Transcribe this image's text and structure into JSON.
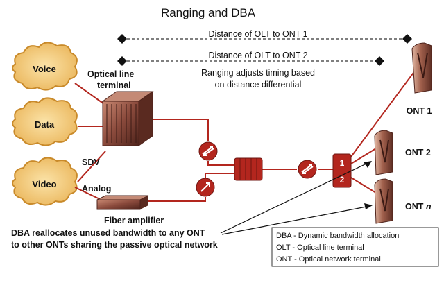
{
  "title": "Ranging and DBA",
  "distances": {
    "ont1": "Distance of OLT to ONT 1",
    "ont2": "Distance of OLT to ONT 2"
  },
  "ranging_note": {
    "line1": "Ranging adjusts timing based",
    "line2": "on distance differential"
  },
  "sources": {
    "voice": "Voice",
    "data": "Data",
    "video": "Video"
  },
  "olt": {
    "line1": "Optical line",
    "line2": "terminal"
  },
  "sdv_label": "SDV",
  "analog_label": "Analog",
  "fiber_amp_label": "Fiber amplifier",
  "splitter_ports": [
    "1",
    "2"
  ],
  "onts": {
    "ont1": "ONT 1",
    "ont2": "ONT 2",
    "ontn_prefix": "ONT ",
    "ontn_var": "n"
  },
  "dba_note": {
    "line1": "DBA reallocates unused bandwidth to any ONT",
    "line2": "to other ONTs sharing the passive optical network"
  },
  "legend": [
    "DBA - Dynamic bandwidth allocation",
    "OLT - Optical line terminal",
    "ONT - Optical network terminal"
  ],
  "colors": {
    "fiber": "#b3261e",
    "cloud_fill": "#f2c46a",
    "cloud_stroke": "#c98a2a",
    "device_fill": "#8a4a3c",
    "device_dark": "#5a2a20"
  }
}
